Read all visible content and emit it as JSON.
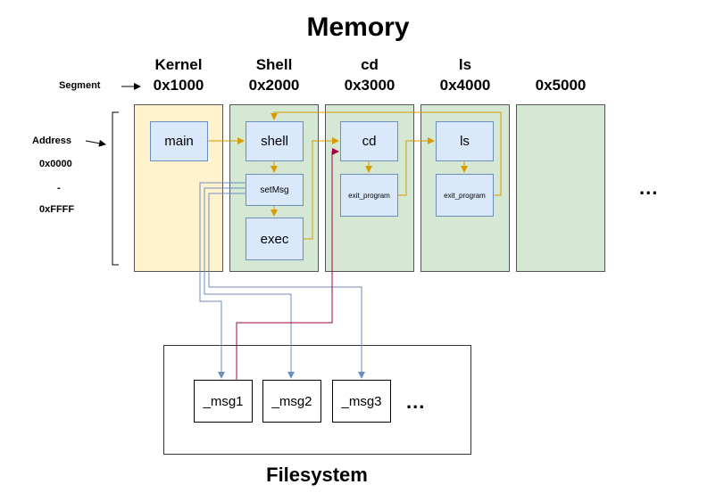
{
  "title": "Memory",
  "segment_label": "Segment",
  "address_label": "Address",
  "address_range": {
    "start": "0x0000",
    "dash": "-",
    "end": "0xFFFF"
  },
  "segments": [
    {
      "name": "Kernel",
      "addr": "0x1000"
    },
    {
      "name": "Shell",
      "addr": "0x2000"
    },
    {
      "name": "cd",
      "addr": "0x3000"
    },
    {
      "name": "ls",
      "addr": "0x4000"
    },
    {
      "name": "",
      "addr": "0x5000"
    }
  ],
  "boxes": {
    "main": "main",
    "shell": "shell",
    "setmsg": "setMsg",
    "exec": "exec",
    "cd": "cd",
    "cd_exit": "exit_program",
    "ls": "ls",
    "ls_exit": "exit_program"
  },
  "memory_ellipsis": "...",
  "filesystem": {
    "label": "Filesystem",
    "files": [
      "_msg1",
      "_msg2",
      "_msg3"
    ],
    "ellipsis": "..."
  },
  "colors": {
    "kernel_fill": "#fff2cc",
    "segment_fill": "#d5e8d4",
    "box_fill": "#dae8fc",
    "box_stroke": "#6c8ebf",
    "orange_arrow": "#d79b00",
    "blue_arrow": "#6c8ebf",
    "red_arrow": "#a50040"
  }
}
